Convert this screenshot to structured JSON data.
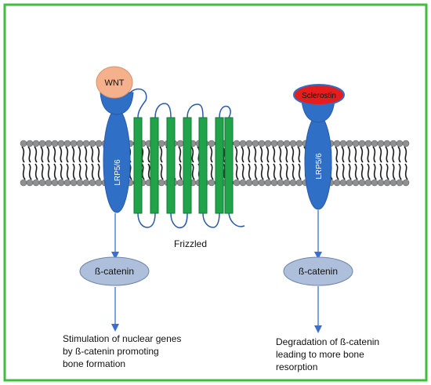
{
  "colors": {
    "frame": "#3fbe3a",
    "receptor_blue": "#2f6fc6",
    "receptor_blue_dark": "#2a5aa8",
    "helix_green": "#21a34a",
    "helix_green_dark": "#137a35",
    "wnt_fill": "#f4b18b",
    "sclerostin_fill": "#e51d1d",
    "catenin_fill": "#aebfdc",
    "catenin_stroke": "#6e83a9",
    "arrow": "#3a6fd0",
    "membrane_head": "#8e9092",
    "membrane_tail": "#1c1c1c"
  },
  "labels": {
    "wnt": "WNT",
    "lrp_left": "LRP5/6",
    "lrp_right": "LRP5/6",
    "sclerostin": "Sclerostin",
    "frizzled": "Frizzled",
    "catenin_left": "ß-catenin",
    "catenin_right": "ß-catenin",
    "outcome_left": [
      "Stimulation of nuclear genes",
      "by ß-catenin promoting",
      "bone formation"
    ],
    "outcome_right": [
      "Degradation of ß-catenin",
      "leading to more bone",
      "resorption"
    ]
  }
}
